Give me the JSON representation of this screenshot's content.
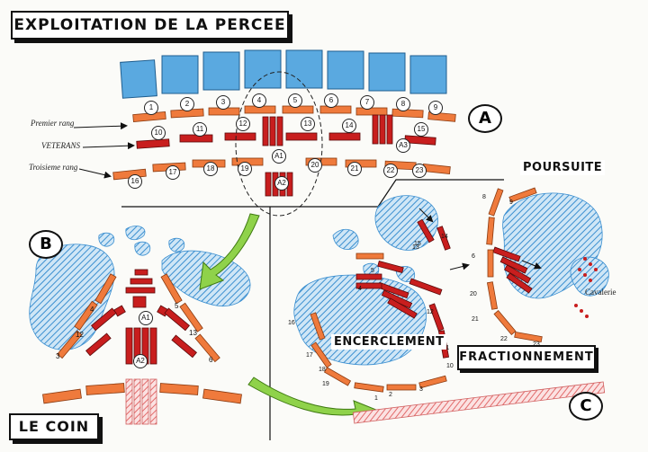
{
  "title": "EXPLOITATION DE LA PERCEE",
  "section_a": {
    "letter": "A",
    "rank_labels": [
      "Premier rang",
      "VETERANS",
      "Troisieme rang"
    ],
    "front_numbers": [
      "1",
      "2",
      "3",
      "4",
      "5",
      "6",
      "7",
      "8",
      "9"
    ],
    "veteran_numbers": [
      "10",
      "11",
      "12",
      "13",
      "14",
      "15"
    ],
    "rear_numbers": [
      "16",
      "17",
      "18",
      "19",
      "20",
      "21",
      "22",
      "23"
    ],
    "unit_labels": [
      "A1",
      "A2",
      "A3"
    ]
  },
  "section_b": {
    "letter": "B",
    "name": "LE COIN",
    "unit_labels": [
      "A1",
      "A2"
    ],
    "numbers": [
      "4",
      "12",
      "3",
      "5",
      "13",
      "6"
    ]
  },
  "section_c": {
    "letter": "C",
    "labels": [
      "POURSUITE",
      "ENCERCLEMENT",
      "FRACTIONNEMENT",
      "Cavalerie"
    ],
    "numbers": [
      "1",
      "2",
      "3",
      "4",
      "10",
      "11",
      "12",
      "13",
      "14",
      "15",
      "16",
      "17",
      "18",
      "19",
      "20",
      "21",
      "22",
      "23",
      "6",
      "8",
      "9",
      "5"
    ]
  },
  "colors": {
    "enemy_blue": "#5aa9e0",
    "red_unit": "#c81e1e",
    "orange_unit": "#ef7a3c",
    "green_arrow": "#8fd24a",
    "hatch_pink": "#f19a9a"
  }
}
